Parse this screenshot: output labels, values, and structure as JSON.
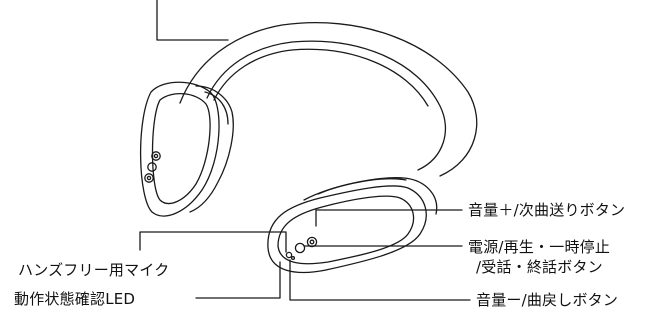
{
  "labels": {
    "volume_up": "音量＋/次曲送りボタン",
    "power_line1": "電源/再生・一時停止",
    "power_line2": "/受話・終話ボタン",
    "handsfree_mic": "ハンズフリー用マイク",
    "status_led": "動作状態確認LED",
    "volume_down": "音量ー/曲戻しボタン"
  },
  "colors": {
    "stroke": "#1a1a1a",
    "text": "#111111",
    "background": "#ffffff"
  }
}
